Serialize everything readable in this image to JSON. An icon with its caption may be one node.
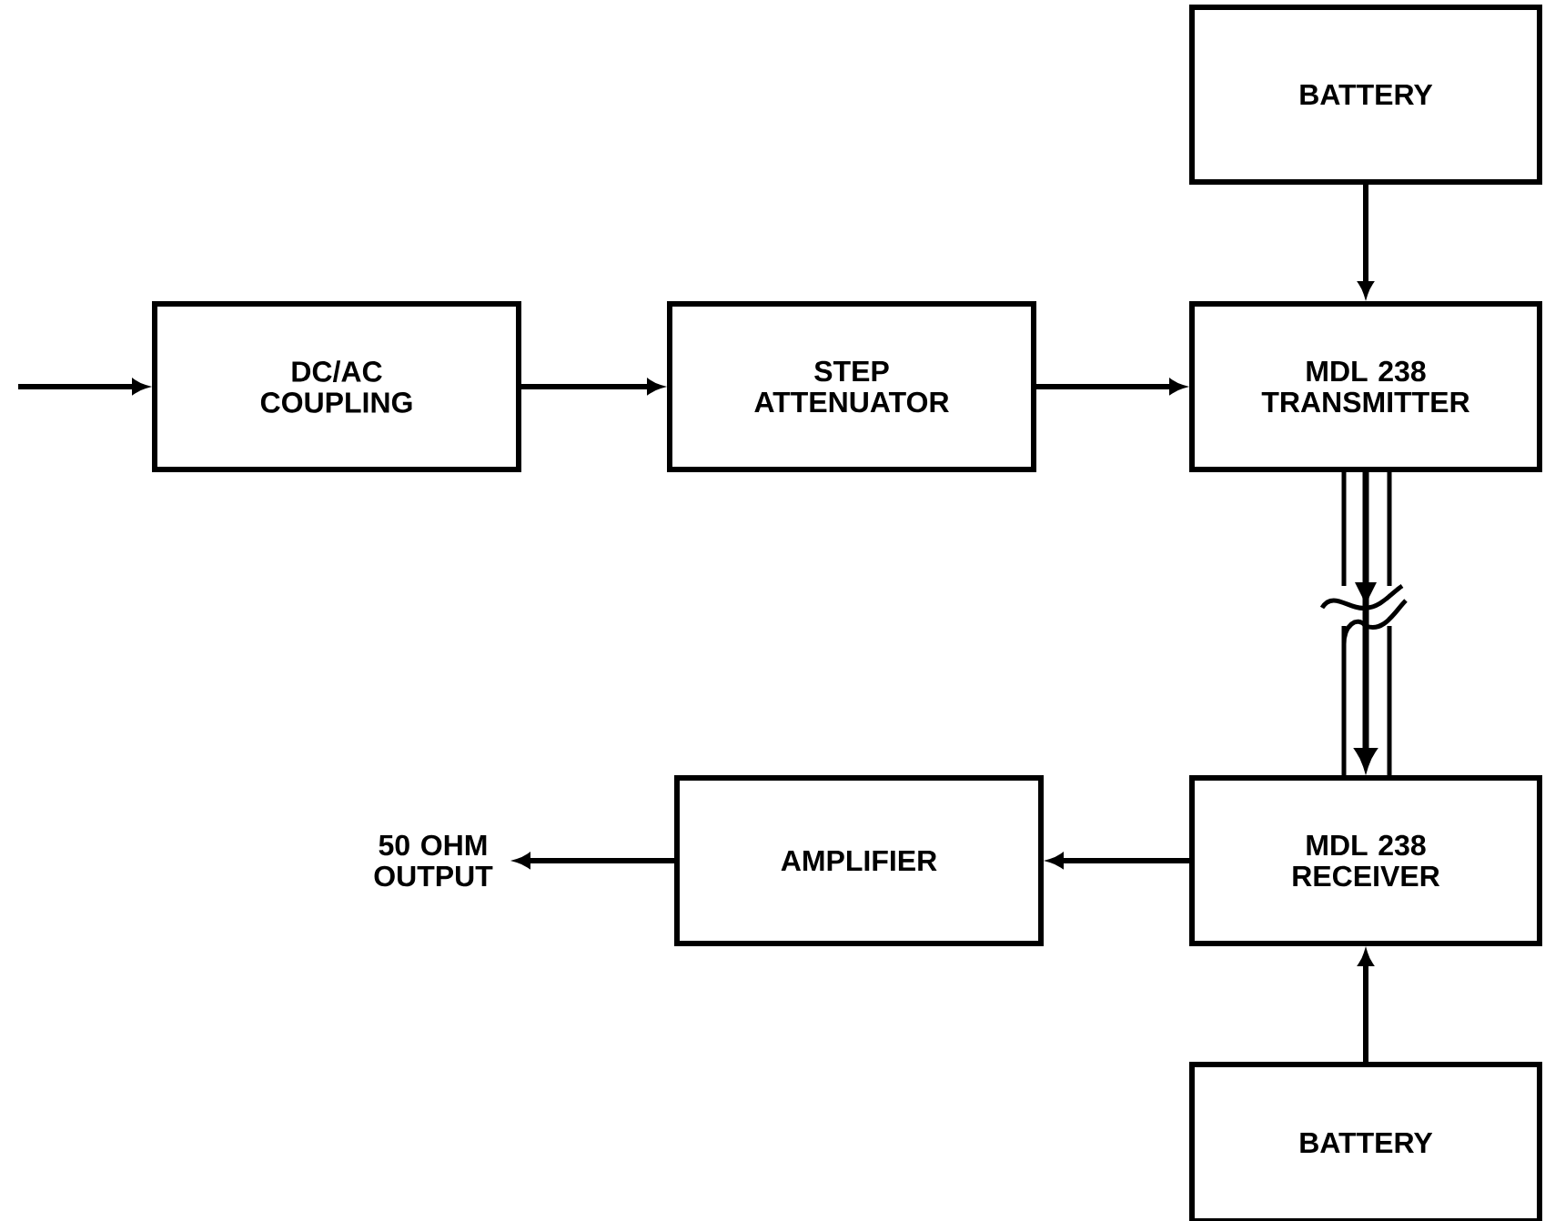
{
  "diagram": {
    "nodes": [
      {
        "text": [
          "BATTERY"
        ]
      },
      {
        "text": [
          "DC/AC COUPLING"
        ]
      },
      {
        "text": [
          "STEP ATTENUATOR"
        ]
      },
      {
        "text": [
          "MDL 238 TRANSMITTER"
        ]
      },
      {
        "text": [
          "50 OHM OUTPUT"
        ]
      },
      {
        "text": [
          "AMPLIFIER"
        ]
      },
      {
        "text": [
          "MDL 238 RECEIVER"
        ]
      },
      {
        "text": [
          "BATTERY"
        ]
      }
    ],
    "edges": [
      {
        "from": null,
        "to": 1,
        "arrow": "to"
      },
      {
        "from": 1,
        "to": 2,
        "arrow": "to"
      },
      {
        "from": 2,
        "to": 3,
        "arrow": "to"
      },
      {
        "from": 0,
        "to": 3,
        "arrow": "to"
      },
      {
        "from": 3,
        "to": 6,
        "arrow": "to"
      },
      {
        "from": 6,
        "to": 5,
        "arrow": "to"
      },
      {
        "from": 5,
        "to": 4,
        "arrow": "to"
      },
      {
        "from": 7,
        "to": 6,
        "arrow": "to"
      }
    ]
  }
}
